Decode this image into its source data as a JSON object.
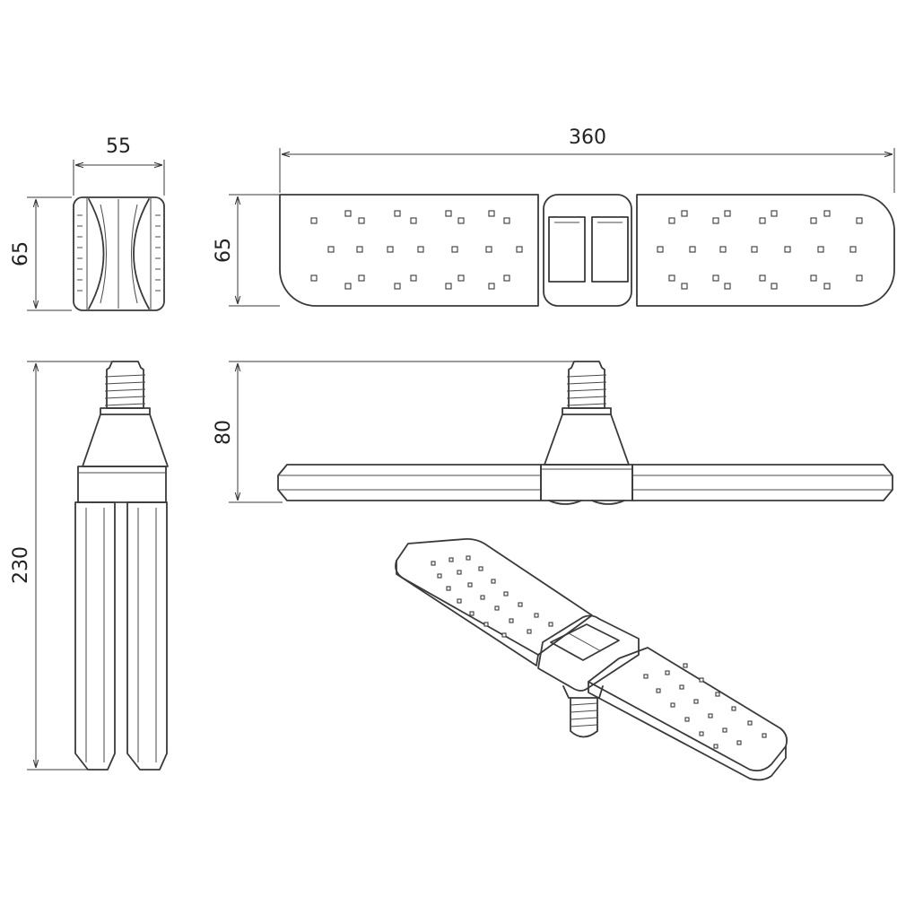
{
  "dimensions": {
    "top_width": "55",
    "side_height_left": "65",
    "panel_length": "360",
    "panel_height": "65",
    "overall_height": "230",
    "side_view_height": "80"
  },
  "colors": {
    "line": "#3a3a3a",
    "background": "#ffffff"
  }
}
